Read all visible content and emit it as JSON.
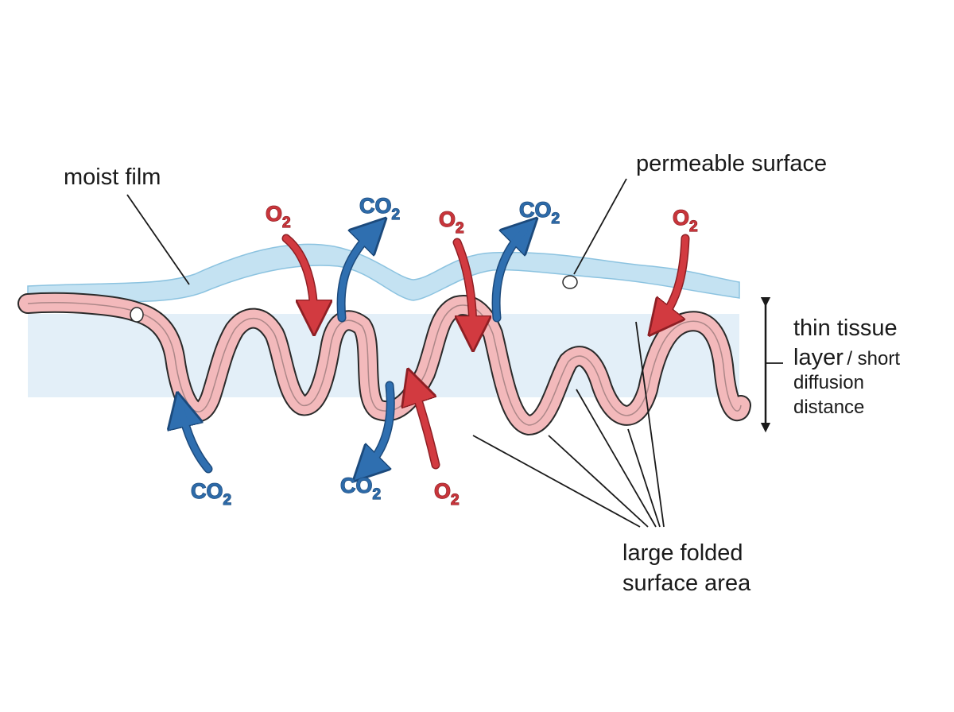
{
  "labels": {
    "moist_film": "moist film",
    "permeable_surface": "permeable surface",
    "thin_tissue_line1": "thin tissue",
    "thin_tissue_line2a": "layer",
    "thin_tissue_line2b": "/ short",
    "thin_tissue_line3": "diffusion",
    "thin_tissue_line4": "distance",
    "folded_line1": "large folded",
    "folded_line2": "surface area"
  },
  "gases": {
    "o2": {
      "base": "O",
      "sub": "2"
    },
    "co2": {
      "base": "CO",
      "sub": "2"
    }
  },
  "colors": {
    "o2": "#c8353b",
    "co2": "#2d6aa8",
    "tissue": "#f2b8b8",
    "tissue_outline": "#2a2a2a",
    "film": "#bfe0f0",
    "interior": "#dcebf6"
  }
}
